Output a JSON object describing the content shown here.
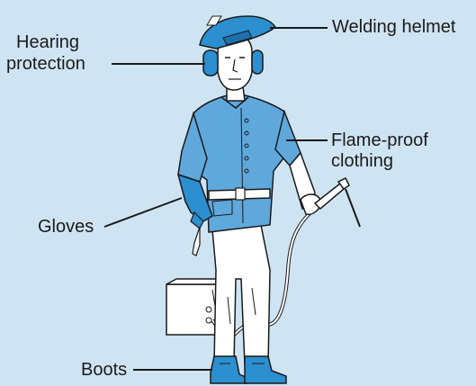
{
  "labels": {
    "hearing_protection_line1": "Hearing",
    "hearing_protection_line2": "protection",
    "welding_helmet": "Welding helmet",
    "flame_proof_line1": "Flame-proof",
    "flame_proof_line2": "clothing",
    "gloves": "Gloves",
    "boots": "Boots"
  },
  "colors": {
    "background": "#cfe4f3",
    "ppe_blue": "#2b8fd0",
    "ppe_dark_blue": "#1f6fad",
    "shirt_blue": "#5fa8dc",
    "outline": "#1a1a1a"
  }
}
